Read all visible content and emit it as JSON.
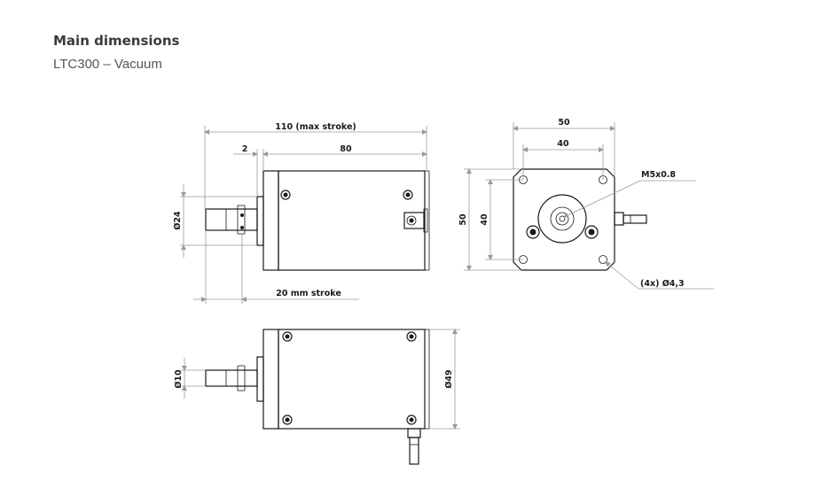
{
  "header": {
    "title": "Main dimensions",
    "subtitle": "LTC300 – Vacuum"
  },
  "side_view": {
    "max_stroke": "110 (max stroke)",
    "offset": "2",
    "body_length": "80",
    "shaft_diameter": "Ø24",
    "stroke": "20 mm stroke"
  },
  "front_view": {
    "outer_width": "50",
    "inner_width": "40",
    "outer_height": "50",
    "inner_height": "40",
    "thread": "M5x0.8",
    "holes": "(4x) Ø4,3"
  },
  "top_view": {
    "tip_diameter": "Ø10",
    "body_diameter": "Ø49"
  }
}
